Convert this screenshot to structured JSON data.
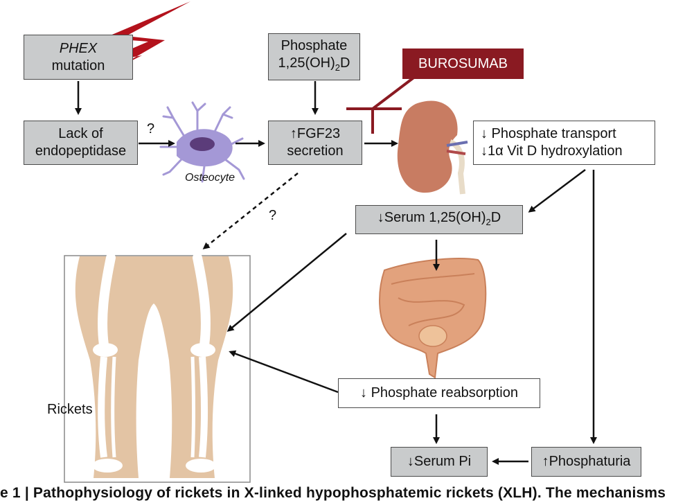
{
  "boxes": {
    "phex_italic": "PHEX",
    "phex_rest": "mutation",
    "phosphate_line1": "Phosphate",
    "phosphate_line2": "1,25(OH)",
    "phosphate_sub": "2",
    "phosphate_tail": "D",
    "lack_line1": "Lack of",
    "lack_line2": "endopeptidase",
    "fgf_line1": "↑FGF23",
    "fgf_line2": "secretion",
    "transport_line1": "↓ Phosphate transport",
    "transport_line2": "↓1α Vit D hydroxylation",
    "serum_d_prefix": "↓Serum 1,25(OH)",
    "serum_d_sub": "2",
    "serum_d_tail": "D",
    "reabsorption": "↓ Phosphate reabsorption",
    "serum_pi": "↓Serum Pi",
    "phosphaturia": "↑Phosphaturia"
  },
  "burosumab": "BUROSUMAB",
  "labels": {
    "question1": "?",
    "question2": "?",
    "osteocyte": "Osteocyte",
    "rickets": "Rickets"
  },
  "caption": "e 1 | Pathophysiology of rickets in X-linked hypophosphatemic rickets (XLH). The mechanisms",
  "colors": {
    "box_gray": "#c9cbcc",
    "burosumab_red": "#8a1a22",
    "lightning_red": "#b3121c",
    "skin": "#e3c4a4",
    "kidney": "#c87c62",
    "intestine": "#e2a27d",
    "osteocyte": "#9b8fcf"
  }
}
